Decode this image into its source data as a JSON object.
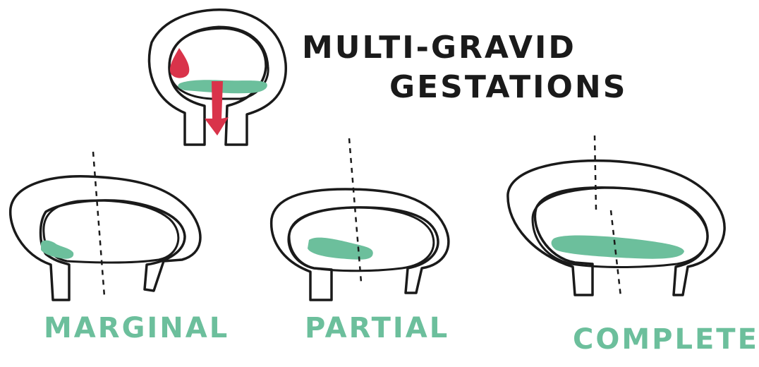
{
  "title": {
    "line1": "MULTI-GRAVID",
    "line2": "GESTATIONS"
  },
  "labels": {
    "marginal": "MARGINAL",
    "partial": "PARTIAL",
    "complete": "COMPLETE"
  },
  "colors": {
    "ink": "#1a1a1a",
    "placenta": "#6cbf9c",
    "blood": "#d9334a"
  },
  "icons": {
    "main": "uterus-blood-drop-arrow-icon",
    "marginal": "uterus-marginal-previa-icon",
    "partial": "uterus-partial-previa-icon",
    "complete": "uterus-complete-previa-icon"
  }
}
